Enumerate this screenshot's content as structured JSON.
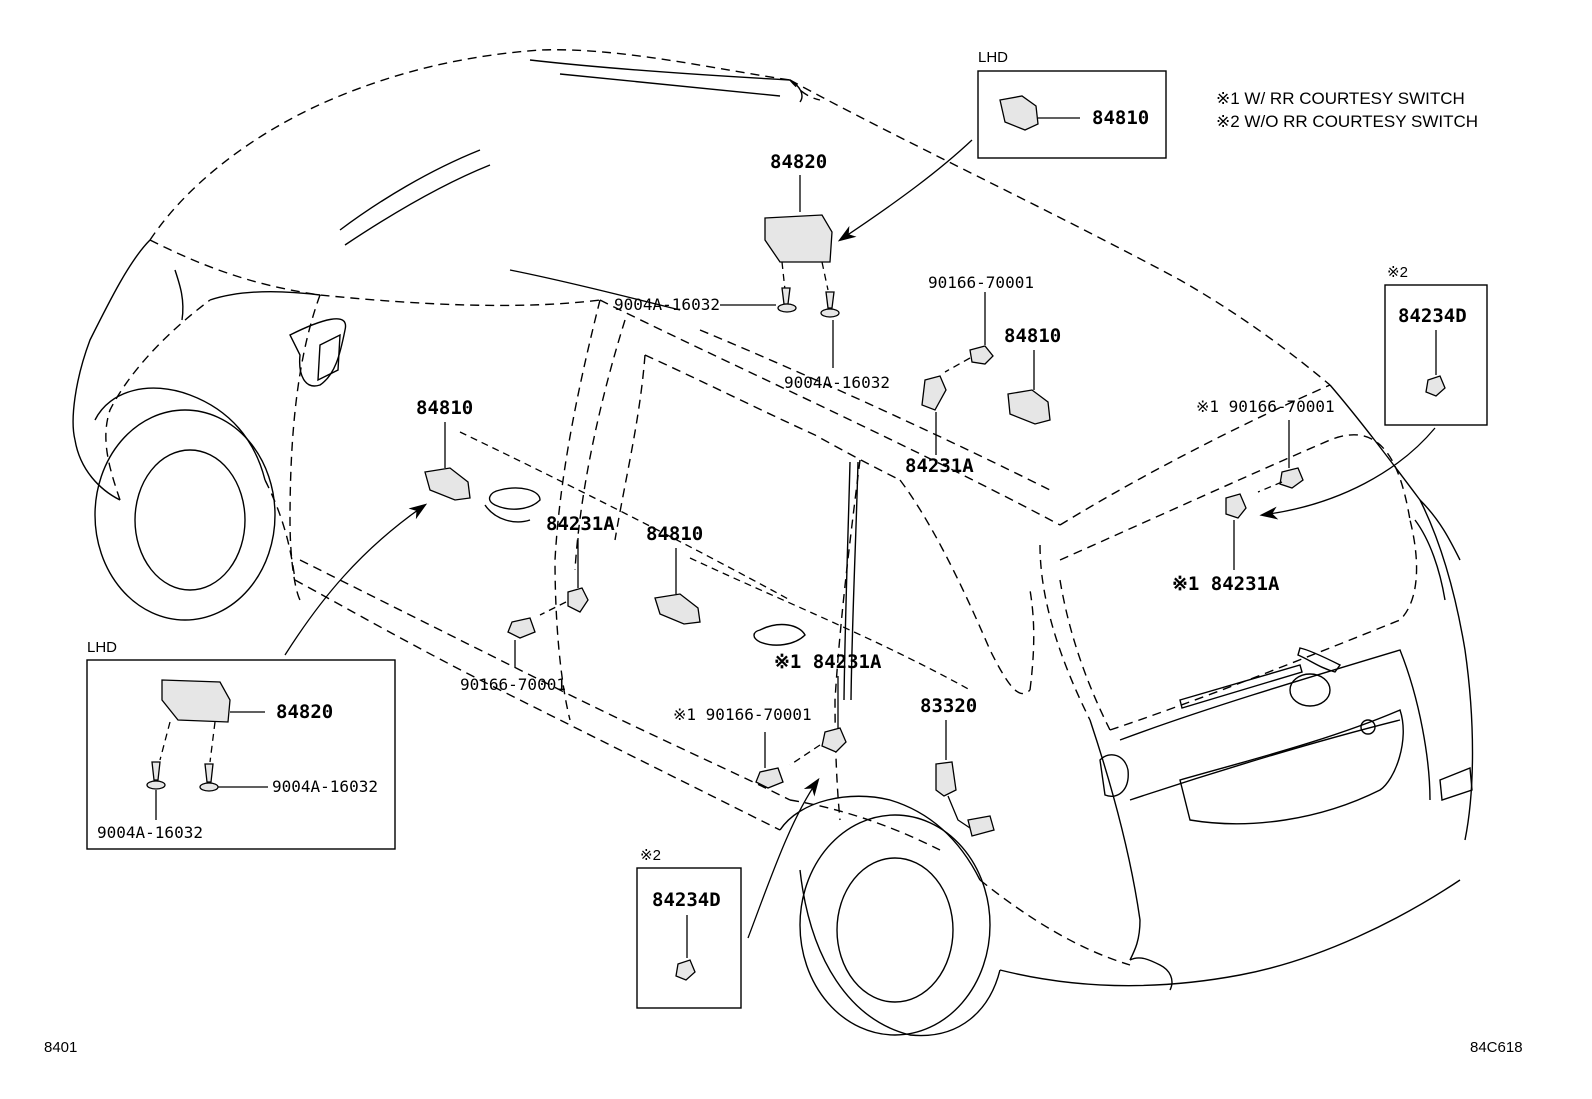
{
  "legend": {
    "note1": "※1  W/ RR COURTESY SWITCH",
    "note2": "※2  W/O RR COURTESY SWITCH"
  },
  "insets": {
    "lhd_top": {
      "tag": "LHD",
      "part": "84810"
    },
    "lhd_left": {
      "tag": "LHD",
      "part": "84820",
      "screw_right": "9004A-16032",
      "screw_bottom": "9004A-16032"
    },
    "note2_right": {
      "tag": "※2",
      "part": "84234D"
    },
    "note2_bottom": {
      "tag": "※2",
      "part": "84234D"
    }
  },
  "callouts": {
    "switch_top": "84820",
    "screw_top_left": "9004A-16032",
    "screw_top_right": "9004A-16032",
    "bolt_upper": "90166-70001",
    "switch_rear_right": "84810",
    "pad_upper": "84231A",
    "switch_front": "84810",
    "pad_front": "84231A",
    "switch_middle": "84810",
    "bolt_front": "90166-70001",
    "pad_rear_door": "※1 84231A",
    "bolt_rear_door": "※1 90166-70001",
    "bolt_back_door": "※1 90166-70001",
    "pad_back_door": "※1 84231A",
    "sensor": "83320"
  },
  "footer": {
    "left_code": "8401",
    "right_code": "84C618"
  }
}
